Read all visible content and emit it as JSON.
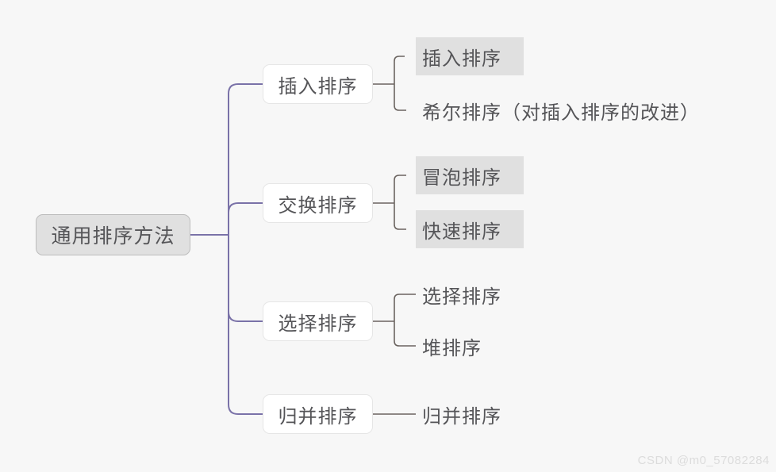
{
  "diagram": {
    "type": "mind-map",
    "title": "通用排序方法",
    "colors": {
      "background": "#f7f7f7",
      "trunk_line": "#7a72a8",
      "bracket_line": "#6b6460",
      "highlight_fill": "#e0e0e0",
      "root_fill": "#e0e0e0",
      "branch_fill": "#ffffff",
      "text": "#555558"
    },
    "root": {
      "label": "通用排序方法",
      "highlighted": true
    },
    "branches": [
      {
        "label": "插入排序",
        "children": [
          {
            "label": "插入排序",
            "highlighted": true
          },
          {
            "label": "希尔排序（对插入排序的改进）",
            "highlighted": false
          }
        ]
      },
      {
        "label": "交换排序",
        "children": [
          {
            "label": "冒泡排序",
            "highlighted": true
          },
          {
            "label": "快速排序",
            "highlighted": true
          }
        ]
      },
      {
        "label": "选择排序",
        "children": [
          {
            "label": "选择排序",
            "highlighted": false
          },
          {
            "label": "堆排序",
            "highlighted": false
          }
        ]
      },
      {
        "label": "归并排序",
        "children": [
          {
            "label": "归并排序",
            "highlighted": false
          }
        ]
      }
    ]
  },
  "watermark": {
    "text": "CSDN @m0_57082284"
  }
}
